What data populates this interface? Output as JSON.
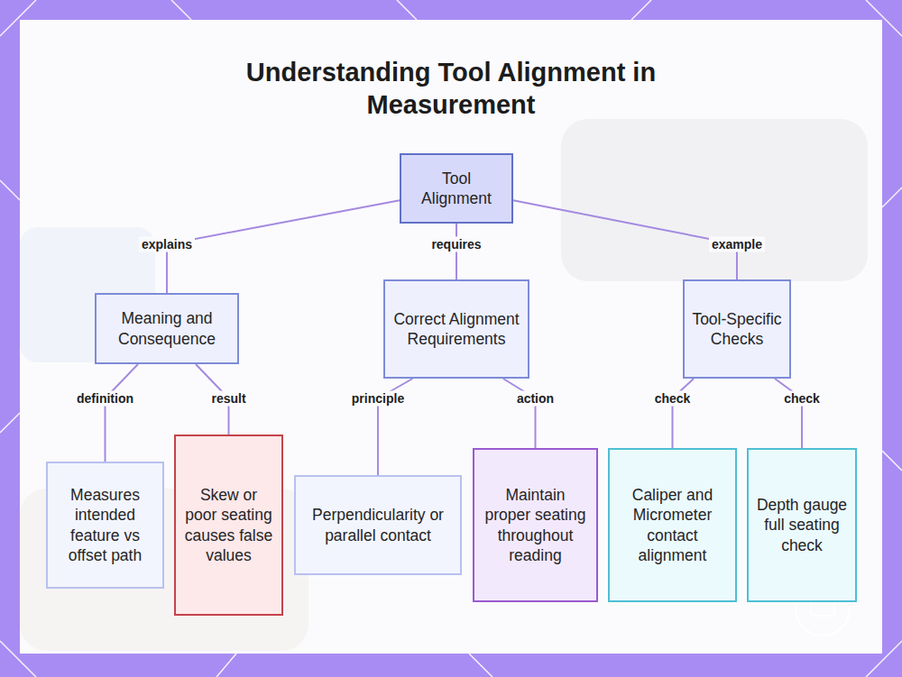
{
  "diagram": {
    "title": "Understanding Tool Alignment in Measurement",
    "nodes": [
      {
        "text": [
          "Tool Alignment"
        ]
      },
      {
        "text": [
          "Meaning and Consequence"
        ]
      },
      {
        "text": [
          "Correct Alignment Requirements"
        ]
      },
      {
        "text": [
          "Tool-Specific Checks"
        ]
      },
      {
        "text": [
          "Measures intended feature vs offset path"
        ]
      },
      {
        "text": [
          "Skew or poor seating causes false values"
        ]
      },
      {
        "text": [
          "Perpendicularity or parallel contact"
        ]
      },
      {
        "text": [
          "Maintain proper seating throughout reading"
        ]
      },
      {
        "text": [
          "Caliper and Micrometer contact alignment"
        ]
      },
      {
        "text": [
          "Depth gauge full seating check"
        ]
      }
    ],
    "edges": [
      {
        "from": 0,
        "to": 1,
        "label": "explains",
        "arrow": "none"
      },
      {
        "from": 0,
        "to": 2,
        "label": "requires",
        "arrow": "none"
      },
      {
        "from": 0,
        "to": 3,
        "label": "example",
        "arrow": "none"
      },
      {
        "from": 1,
        "to": 4,
        "label": "definition",
        "arrow": "none"
      },
      {
        "from": 1,
        "to": 5,
        "label": "result",
        "arrow": "none"
      },
      {
        "from": 2,
        "to": 6,
        "label": "principle",
        "arrow": "none"
      },
      {
        "from": 2,
        "to": 7,
        "label": "action",
        "arrow": "none"
      },
      {
        "from": 3,
        "to": 8,
        "label": "check",
        "arrow": "none"
      },
      {
        "from": 3,
        "to": 9,
        "label": "check",
        "arrow": "none"
      }
    ]
  }
}
